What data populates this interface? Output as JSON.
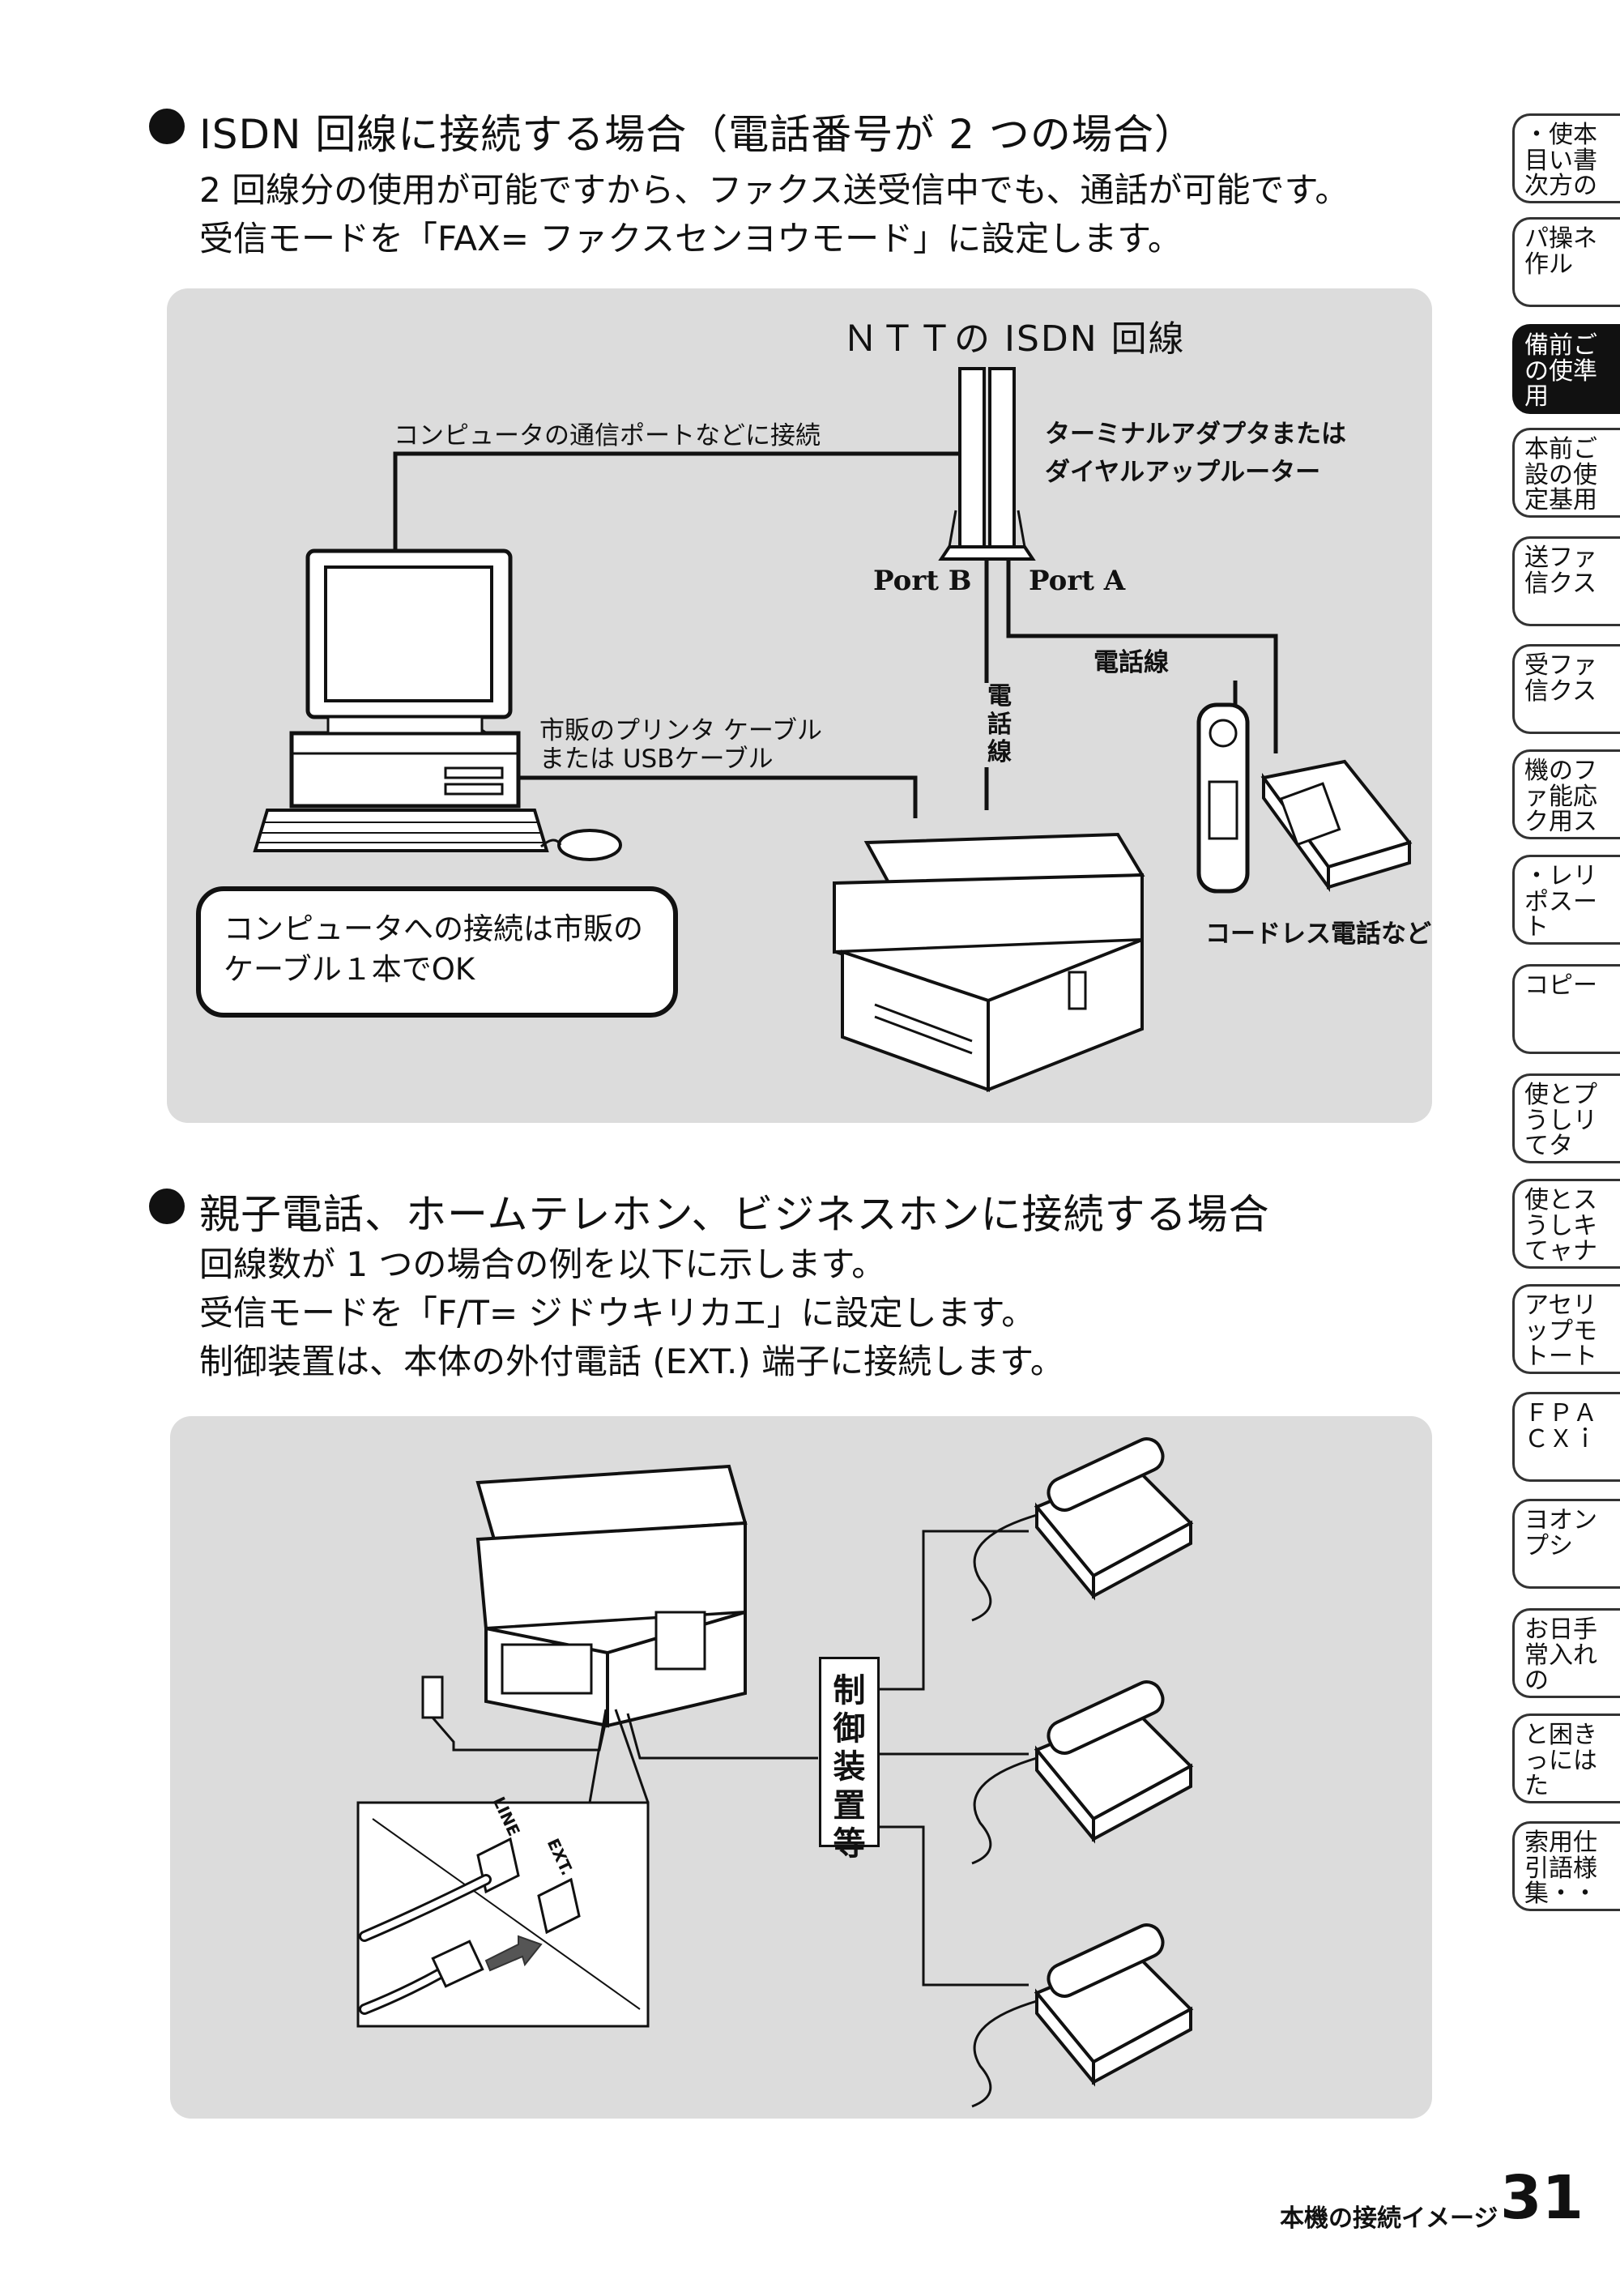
{
  "section1": {
    "heading": "ISDN 回線に接続する場合（電話番号が 2 つの場合）",
    "lines": [
      "2 回線分の使用が可能ですから、ファクス送受信中でも、通話が可能です。",
      "受信モードを「FAX= ファクスセンヨウモード」に設定します。"
    ]
  },
  "diagram1": {
    "ntt_label": "ＮＴＴの ISDN 回線",
    "pc_port_label": "コンピュータの通信ポートなどに接続",
    "adapter_label": [
      "ターミナルアダプタまたは",
      "ダイヤルアップルーター"
    ],
    "port_b": "Port B",
    "port_a": "Port A",
    "phone_line_h": "電話線",
    "phone_line_v": "電話線",
    "printer_cable": [
      "市販のプリンタ ケーブル",
      "または USBケーブル"
    ],
    "callout": [
      "コンピュータへの接続は市販の",
      "ケーブル１本でOK"
    ],
    "cordless_label": "コードレス電話など"
  },
  "section2": {
    "heading": "親子電話、ホームテレホン、ビジネスホンに接続する場合",
    "lines": [
      "回線数が 1 つの場合の例を以下に示します。",
      "受信モードを「F/T= ジドウキリカエ」に設定します。",
      "制御装置は、本体の外付電話 (EXT.) 端子に接続します。"
    ]
  },
  "diagram2": {
    "control_device": "制御装置等",
    "line_jack": "LINE",
    "ext_jack": "EXT."
  },
  "tabs": [
    {
      "label": "・使本目い書次方の",
      "active": false
    },
    {
      "label": "パ操ネ作ル",
      "active": false
    },
    {
      "label": "備前ごの使準用",
      "active": true
    },
    {
      "label": "本前ご設の使定基用",
      "active": false
    },
    {
      "label": "送ファ信クス",
      "active": false
    },
    {
      "label": "受ファ信クス",
      "active": false
    },
    {
      "label": "機のファ能応ク用ス",
      "active": false
    },
    {
      "label": "・レリポスート",
      "active": false
    },
    {
      "label": "コピー",
      "active": false
    },
    {
      "label": "使とプうしリてタ",
      "active": false
    },
    {
      "label": "使とスうしキてャナ",
      "active": false
    },
    {
      "label": "アセリップモトート",
      "active": false
    },
    {
      "label": "ＦＰＡＣＸｉ",
      "active": false
    },
    {
      "label": "ヨオンプシ",
      "active": false
    },
    {
      "label": "お日手常入れの",
      "active": false
    },
    {
      "label": "と困きっにはた",
      "active": false
    },
    {
      "label": "索用仕引語様集・・",
      "active": false
    }
  ],
  "footer": {
    "label": "本機の接続イメージ",
    "page_number": "31"
  }
}
